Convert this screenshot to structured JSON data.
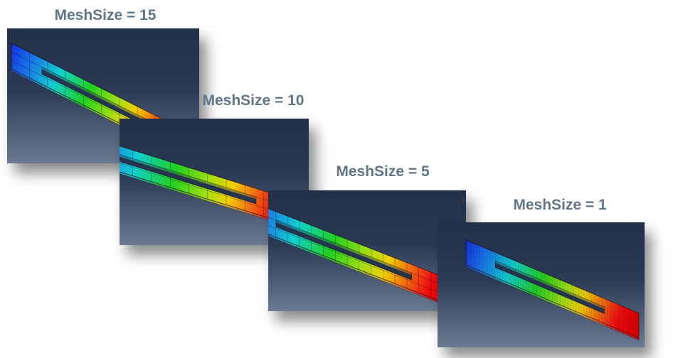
{
  "title": "Mesh size comparison",
  "panels": [
    {
      "label": "MeshSize = 15",
      "mesh_size": 15
    },
    {
      "label": "MeshSize = 10",
      "mesh_size": 10
    },
    {
      "label": "MeshSize = 5",
      "mesh_size": 5
    },
    {
      "label": "MeshSize = 1",
      "mesh_size": 1
    }
  ],
  "colors": {
    "label": "#5e7689",
    "bg_top": "#223048",
    "bg_bottom": "#6a7a92"
  }
}
